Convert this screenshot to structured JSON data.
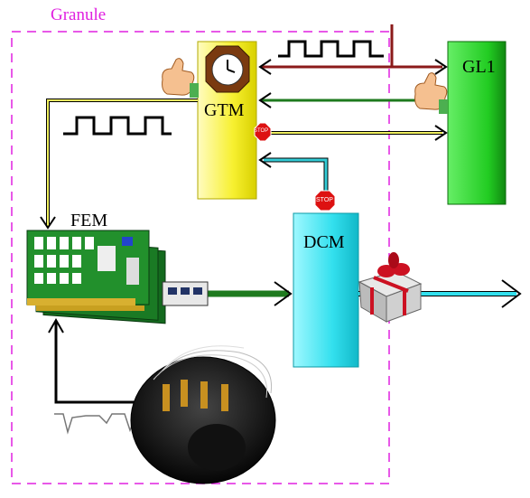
{
  "labels": {
    "granule": "Granule",
    "gtm": "GTM",
    "gl1": "GL1",
    "fem": "FEM",
    "dcm": "DCM"
  },
  "stop_signs": [
    "STOP",
    "STOP"
  ],
  "colors": {
    "granule_border": "#e020e0",
    "gtm_box": "#ffff33",
    "gl1_box": "#33cc33",
    "dcm_box": "#33e6f0",
    "dark_red_line": "#8b1a1a",
    "green_line": "#1e7a1e",
    "cyan_line": "#33ccd6",
    "yellow_line": "#f0f060"
  },
  "icons": [
    "clock-icon",
    "thumbs-up-icon",
    "stop-sign-icon",
    "gift-icon",
    "circuit-board-icon",
    "detector-icon",
    "square-wave-icon",
    "signal-pulse-icon"
  ]
}
